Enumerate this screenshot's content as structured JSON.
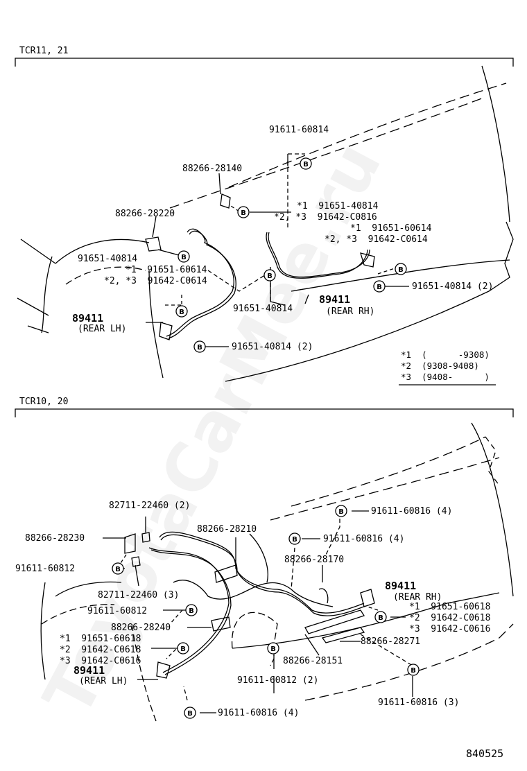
{
  "watermark": "ToyotaCarMee.ru",
  "sections": [
    {
      "id": "top",
      "title": "TCR11, 21"
    },
    {
      "id": "bottom",
      "title": "TCR10, 20"
    }
  ],
  "badge_letter": "B",
  "top_labels": {
    "l1": "91611-60814",
    "l2": "88266-28140",
    "l3": "88266-28220",
    "l4a": "*1  91651-40814",
    "l4b": "*2, *3  91642-C0816",
    "l5a": "*1  91651-60614",
    "l5b": "*2, *3  91642-C0614",
    "l6": "91651-40814",
    "l7a": "*1  91651-60614",
    "l7b": "*2, *3  91642-C0614",
    "l8": "91651-40814",
    "l9": "89411",
    "l9s": "(REAR RH)",
    "l10": "91651-40814 (2)",
    "l11": "89411",
    "l11s": "(REAR LH)",
    "l12": "91651-40814 (2)"
  },
  "legend": {
    "r1": "*1  (      -9308)",
    "r2": "*2  (9308-9408)",
    "r3": "*3  (9408-      )"
  },
  "bottom_labels": {
    "b1": "82711-22460 (2)",
    "b2": "91611-60816 (4)",
    "b3": "88266-28230",
    "b4": "88266-28210",
    "b5": "91611-60816 (4)",
    "b6": "91611-60812",
    "b7": "88266-28170",
    "b8": "82711-22460 (3)",
    "b9": "89411",
    "b9s": "(REAR RH)",
    "b10a": "*1  91651-60618",
    "b10b": "*2  91642-C0618",
    "b10c": "*3  91642-C0616",
    "b11": "91611-60812",
    "b12": "88266-28240",
    "b13a": "*1  91651-60618",
    "b13b": "*2  91642-C0618",
    "b13c": "*3  91642-C0616",
    "b14": "88266-28271",
    "b15": "89411",
    "b15s": "(REAR LH)",
    "b16": "88266-28151",
    "b17": "91611-60812 (2)",
    "b18": "91611-60816 (3)",
    "b19": "91611-60816 (4)"
  },
  "footer_code": "840525"
}
